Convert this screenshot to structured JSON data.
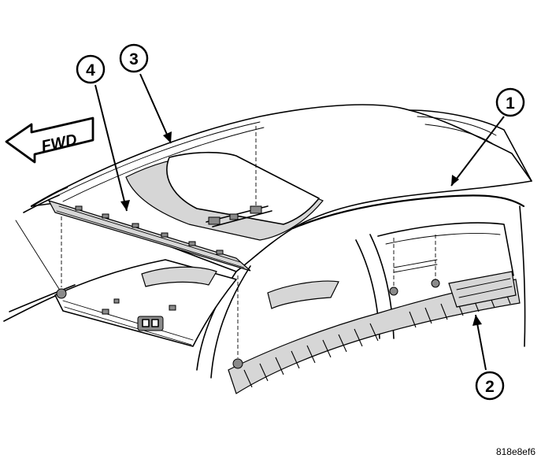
{
  "direction_label": "FWD",
  "callouts": [
    {
      "number": "1"
    },
    {
      "number": "2"
    },
    {
      "number": "3"
    },
    {
      "number": "4"
    }
  ],
  "figure_id": "818e8ef6"
}
